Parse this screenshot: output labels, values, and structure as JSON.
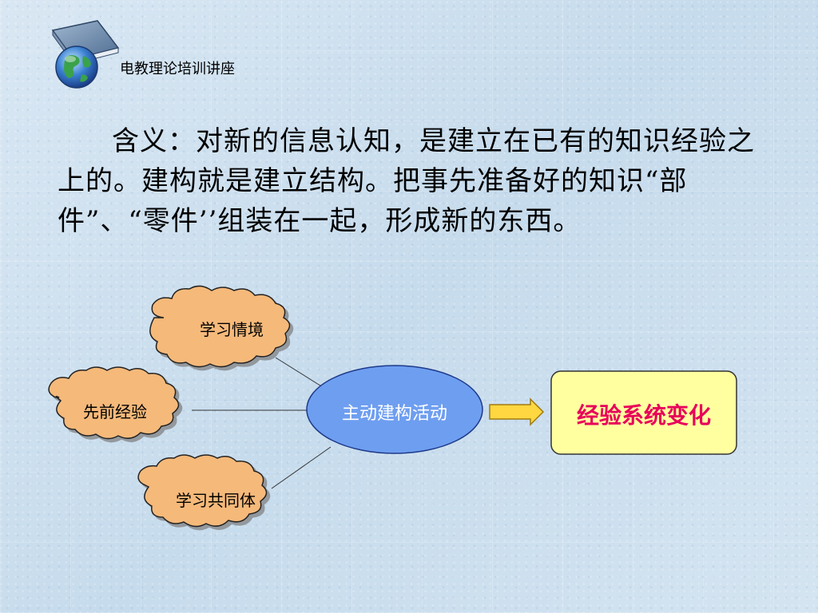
{
  "header": {
    "title": "电教理论培训讲座",
    "logo_icon": "globe-book-icon"
  },
  "main": {
    "body_text": "含义：对新的信息认知，是建立在已有的知识经验之上的。建构就是建立结构。把事先准备好的知识“部件”、“零件’’组装在一起，形成新的东西。"
  },
  "diagram": {
    "clouds": [
      {
        "label": "学习情境"
      },
      {
        "label": "先前经验"
      },
      {
        "label": "学习共同体"
      }
    ],
    "center": {
      "label": "主动建构活动"
    },
    "result": {
      "label": "经验系统变化"
    },
    "colors": {
      "cloud_fill": "#f5b97a",
      "ellipse_fill": "#6e9ef0",
      "result_fill": "#ffffa0",
      "result_text": "#e8005a",
      "arrow_fill": "#ffd740"
    }
  }
}
